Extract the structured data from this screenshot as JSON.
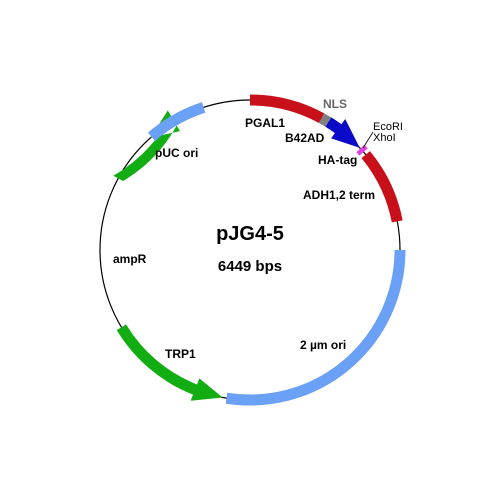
{
  "plasmid": {
    "name": "pJG4-5",
    "size_label": "6449 bps",
    "total_bp": 6449
  },
  "colors": {
    "promoter_red": "#c8101a",
    "fusion_blue": "#0a0ac8",
    "origin_lightblue": "#6aa0f5",
    "marker_green": "#12ad12",
    "nls_grey": "#808080",
    "hatag_magenta": "#e040e0",
    "backbone": "#000000"
  },
  "features": {
    "pgal1": {
      "label": "PGAL1"
    },
    "nls": {
      "label": "NLS"
    },
    "b42ad": {
      "label": "B42AD"
    },
    "ecori": {
      "label": "EcoRI"
    },
    "xhoi": {
      "label": "XhoI"
    },
    "hatag": {
      "label": "HA-tag"
    },
    "adh_term": {
      "label": "ADH1,2 term"
    },
    "two_micron": {
      "label": "2 µm ori"
    },
    "trp1": {
      "label": "TRP1"
    },
    "ampr": {
      "label": "ampR"
    },
    "puc_ori": {
      "label": "pUC ori"
    }
  }
}
